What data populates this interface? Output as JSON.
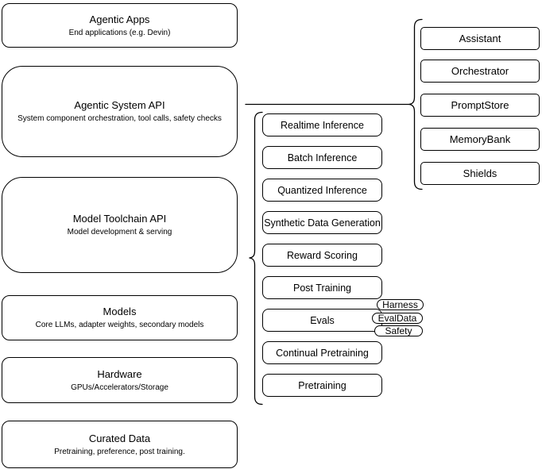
{
  "diagram": {
    "colors": {
      "border": "#000000",
      "fill": "#ffffff",
      "text": "#000000"
    },
    "stack": [
      {
        "title": "Agentic Apps",
        "subtitle": "End applications (e.g. Devin)"
      },
      {
        "title": "Agentic System API",
        "subtitle": "System component orchestration, tool calls, safety checks"
      },
      {
        "title": "Model Toolchain API",
        "subtitle": "Model development & serving"
      },
      {
        "title": "Models",
        "subtitle": "Core LLMs, adapter weights, secondary models"
      },
      {
        "title": "Hardware",
        "subtitle": "GPUs/Accelerators/Storage"
      },
      {
        "title": "Curated Data",
        "subtitle": "Pretraining, preference, post training."
      }
    ],
    "toolchain_items": [
      "Realtime Inference",
      "Batch Inference",
      "Quantized Inference",
      "Synthetic Data Generation",
      "Reward Scoring",
      "Post Training",
      "Evals",
      "Continual Pretraining",
      "Pretraining"
    ],
    "evals_tags": [
      "Harness",
      "EvalData",
      "Safety"
    ],
    "system_components": [
      "Assistant",
      "Orchestrator",
      "PromptStore",
      "MemoryBank",
      "Shields"
    ]
  }
}
